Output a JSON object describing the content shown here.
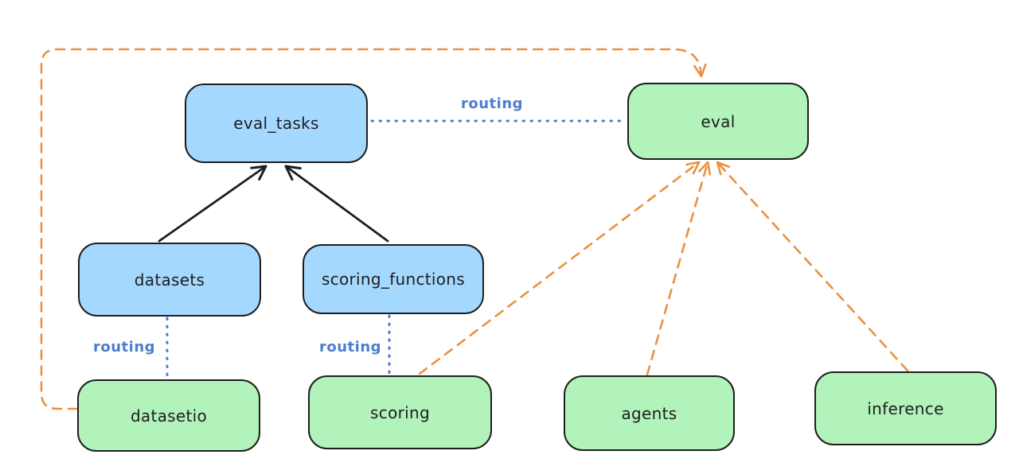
{
  "diagram": {
    "nodes": [
      {
        "id": "eval_tasks",
        "label": "eval_tasks",
        "fill": "blue"
      },
      {
        "id": "eval",
        "label": "eval",
        "fill": "green"
      },
      {
        "id": "datasets",
        "label": "datasets",
        "fill": "blue"
      },
      {
        "id": "scoring_functions",
        "label": "scoring_functions",
        "fill": "blue"
      },
      {
        "id": "datasetio",
        "label": "datasetio",
        "fill": "green"
      },
      {
        "id": "scoring",
        "label": "scoring",
        "fill": "green"
      },
      {
        "id": "agents",
        "label": "agents",
        "fill": "green"
      },
      {
        "id": "inference",
        "label": "inference",
        "fill": "green"
      }
    ],
    "routing_labels": {
      "eval_tasks_to_eval": "routing",
      "datasets_to_datasetio": "routing",
      "scoring_functions_to_scoring": "routing"
    },
    "edges": [
      {
        "from": "datasets",
        "to": "eval_tasks",
        "style": "solid-black-arrow"
      },
      {
        "from": "scoring_functions",
        "to": "eval_tasks",
        "style": "solid-black-arrow"
      },
      {
        "from": "eval_tasks",
        "to": "eval",
        "style": "dotted-blue",
        "label": "routing"
      },
      {
        "from": "datasets",
        "to": "datasetio",
        "style": "dotted-blue",
        "label": "routing"
      },
      {
        "from": "scoring_functions",
        "to": "scoring",
        "style": "dotted-blue",
        "label": "routing"
      },
      {
        "from": "datasetio",
        "to": "eval",
        "style": "dashed-orange-arrow"
      },
      {
        "from": "scoring",
        "to": "eval",
        "style": "dashed-orange-arrow"
      },
      {
        "from": "agents",
        "to": "eval",
        "style": "dashed-orange-arrow"
      },
      {
        "from": "inference",
        "to": "eval",
        "style": "dashed-orange-arrow"
      }
    ],
    "colors": {
      "node_blue_fill": "#a5d8ff",
      "node_green_fill": "#b2f2bb",
      "node_stroke": "#1e1e1e",
      "arrow_orange": "#e9913e",
      "routing_blue": "#4a7dd1",
      "background": "#ffffff"
    }
  }
}
